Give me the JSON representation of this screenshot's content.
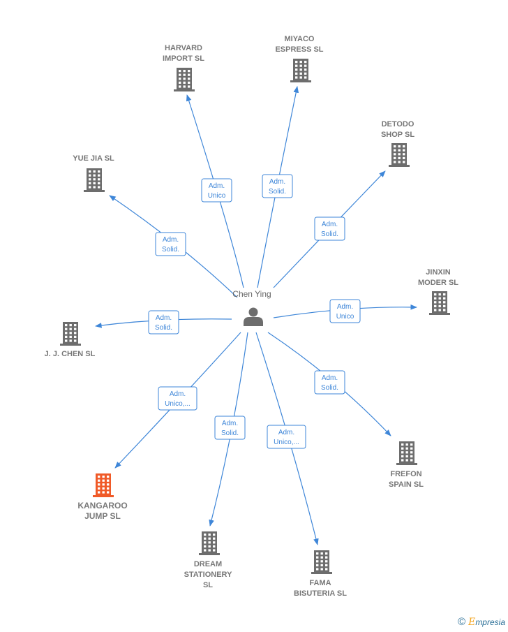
{
  "center": {
    "name": "Chen Ying",
    "icon": "person-icon"
  },
  "colors": {
    "edge": "#3e86d8",
    "node": "#6d6d6d",
    "highlight": "#f05a28",
    "label": "#777777"
  },
  "companies": [
    {
      "id": "harvard",
      "lines": [
        "HARVARD",
        "IMPORT  SL"
      ],
      "role": [
        "Adm.",
        "Unico"
      ],
      "highlight": false,
      "icon": "building-icon"
    },
    {
      "id": "miyaco",
      "lines": [
        "MIYACO",
        "ESPRESS  SL"
      ],
      "role": [
        "Adm.",
        "Solid."
      ],
      "highlight": false,
      "icon": "building-icon"
    },
    {
      "id": "detodo",
      "lines": [
        "DETODO",
        "SHOP  SL"
      ],
      "role": [
        "Adm.",
        "Solid."
      ],
      "highlight": false,
      "icon": "building-icon"
    },
    {
      "id": "yue-jia",
      "lines": [
        "YUE JIA  SL"
      ],
      "role": [
        "Adm.",
        "Solid."
      ],
      "highlight": false,
      "icon": "building-icon"
    },
    {
      "id": "jinxin",
      "lines": [
        "JINXIN",
        "MODER  SL"
      ],
      "role": [
        "Adm.",
        "Unico"
      ],
      "highlight": false,
      "icon": "building-icon"
    },
    {
      "id": "jj-chen",
      "lines": [
        "J. J. CHEN SL"
      ],
      "role": [
        "Adm.",
        "Solid."
      ],
      "highlight": false,
      "icon": "building-icon"
    },
    {
      "id": "kangaroo",
      "lines": [
        "KANGAROO",
        "JUMP  SL"
      ],
      "role": [
        "Adm.",
        "Unico,..."
      ],
      "highlight": true,
      "icon": "building-icon"
    },
    {
      "id": "frefon",
      "lines": [
        "FREFON",
        "SPAIN  SL"
      ],
      "role": [
        "Adm.",
        "Solid."
      ],
      "highlight": false,
      "icon": "building-icon"
    },
    {
      "id": "dream",
      "lines": [
        "DREAM",
        "STATIONERY",
        "SL"
      ],
      "role": [
        "Adm.",
        "Solid."
      ],
      "highlight": false,
      "icon": "building-icon"
    },
    {
      "id": "fama",
      "lines": [
        "FAMA",
        "BISUTERIA  SL"
      ],
      "role": [
        "Adm.",
        "Unico,..."
      ],
      "highlight": false,
      "icon": "building-icon"
    }
  ],
  "brand": {
    "copyright": "©",
    "first_letter": "E",
    "rest": "mpresia"
  }
}
